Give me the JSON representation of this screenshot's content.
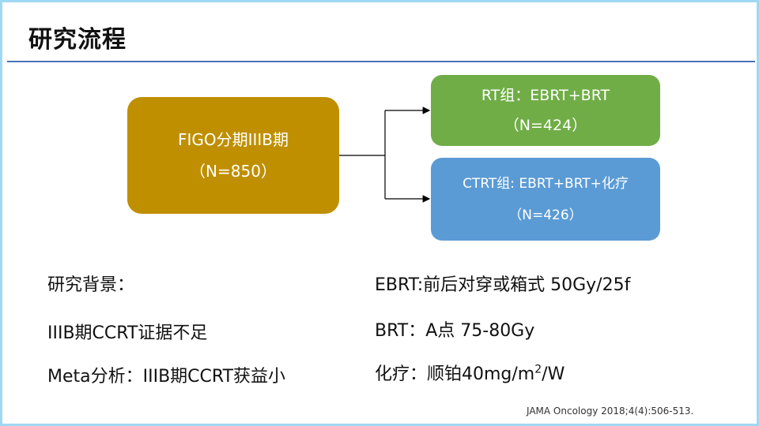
{
  "slide": {
    "title": "研究流程"
  },
  "diagram": {
    "main_box": {
      "line1": "FIGO分期IIIB期",
      "line2": "（N=850）"
    },
    "rt_box": {
      "line1": "RT组：EBRT+BRT",
      "line2": "（N=424）"
    },
    "ctrt_box": {
      "line1": "CTRT组: EBRT+BRT+化疗",
      "line2": "（N=426）"
    }
  },
  "background": {
    "heading": "研究背景：",
    "item1": "IIIB期CCRT证据不足",
    "item2": "Meta分析：IIIB期CCRT获益小"
  },
  "treatment": {
    "ebrt": "EBRT:前后对穿或箱式 50Gy/25f",
    "brt": "BRT：A点 75-80Gy",
    "chemo_prefix": "化疗：顺铂40mg/m",
    "chemo_sup": "2",
    "chemo_suffix": "/W"
  },
  "citation": "JAMA Oncology 2018;4(4):506-513.",
  "colors": {
    "main_box": "#bf8f00",
    "rt_box": "#70ad47",
    "ctrt_box": "#5b9bd5",
    "title_rule": "#4a72b8",
    "slide_border": "#9fd8f2"
  }
}
